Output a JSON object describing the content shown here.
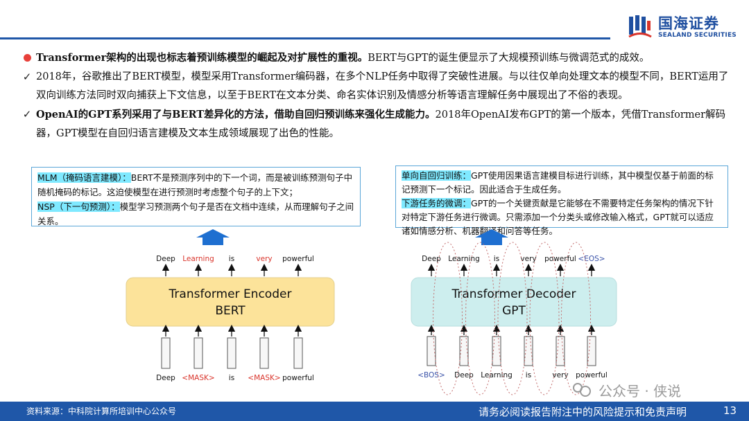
{
  "brand": {
    "name_cn": "国海证券",
    "name_en": "SEALAND SECURITIES",
    "accent_color": "#1f57a8",
    "highlight_color": "#7fe9ff"
  },
  "bullets": [
    {
      "marker": "red-dot",
      "bold": "Transformer架构的出现也标志着预训练模型的崛起及对扩展性的重视。",
      "text": "BERT与GPT的诞生便显示了大规模预训练与微调范式的成效。"
    },
    {
      "marker": "check",
      "bold": "",
      "text": "2018年，谷歌推出了BERT模型，模型采用Transformer编码器，在多个NLP任务中取得了突破性进展。与以往仅单向处理文本的模型不同，BERT运用了双向训练方法同时双向捕获上下文信息，以至于BERT在文本分类、命名实体识别及情感分析等语言理解任务中展现出了不俗的表现。"
    },
    {
      "marker": "check",
      "bold": "OpenAI的GPT系列采用了与BERT差异化的方法，借助自回归预训练来强化生成能力。",
      "text": "2018年OpenAI发布GPT的第一个版本，凭借Transformer解码器，GPT模型在自回归语言建模及文本生成领域展现了出色的性能。"
    }
  ],
  "bert_box": {
    "mlm_label": "MLM（掩码语言建模）：",
    "mlm_text": "BERT不是预测序列中的下一个词，而是被训练预测句子中随机掩码的标记。这迫使模型在进行预测时考虑整个句子的上下文；",
    "nsp_label": "NSP（下一句预测）：",
    "nsp_text": "模型学习预测两个句子是否在文档中连续，从而理解句子之间关系。"
  },
  "gpt_box": {
    "ar_label": "单向自回归训练：",
    "ar_text": "GPT使用因果语言建模目标进行训练，其中模型仅基于前面的标记预测下一个标记。因此适合于生成任务。",
    "ft_label": "下游任务的微调：",
    "ft_text": "GPT的一个关键贡献是它能够在不需要特定任务架构的情况下针对特定下游任务进行微调。只需添加一个分类头或修改输入格式，GPT就可以适应诸如情感分析、机器翻译和问答等任务。"
  },
  "encoder": {
    "title_line1": "Transformer Encoder",
    "title_line2": "BERT",
    "fill_color": "#fce39a",
    "output_tokens": [
      "Deep",
      "Learning",
      "is",
      "very",
      "powerful"
    ],
    "output_highlight": [
      false,
      true,
      false,
      true,
      false
    ],
    "input_tokens": [
      "Deep",
      "<MASK>",
      "is",
      "<MASK>",
      "powerful"
    ],
    "input_highlight": [
      false,
      true,
      false,
      true,
      false
    ],
    "highlight_color": "#d9342b"
  },
  "decoder": {
    "title_line1": "Transformer Decoder",
    "title_line2": "GPT",
    "fill_color": "#cdeeee",
    "output_tokens": [
      "Deep",
      "Learning",
      "is",
      "very",
      "powerful",
      "<EOS>"
    ],
    "input_tokens": [
      "<BOS>",
      "Deep",
      "Learning",
      "is",
      "very",
      "powerful"
    ],
    "special_color": "#3a52a8"
  },
  "footer": {
    "source": "资料来源：中科院计算所培训中心公众号",
    "disclaimer": "请务必阅读报告附注中的风险提示和免责声明",
    "page": "13"
  },
  "watermark": {
    "text": "公众号 · 侠说"
  }
}
